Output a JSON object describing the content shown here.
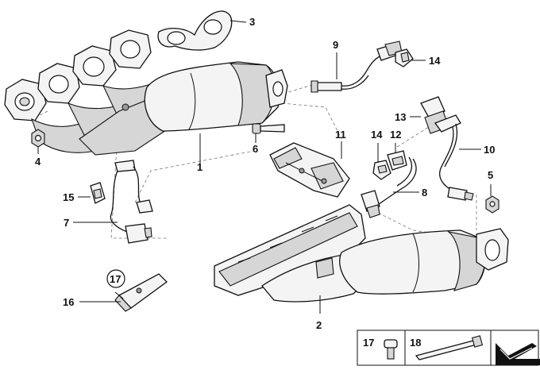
{
  "callouts": {
    "c1": "1",
    "c2": "2",
    "c3": "3",
    "c4": "4",
    "c5": "5",
    "c6": "6",
    "c7": "7",
    "c8": "8",
    "c9": "9",
    "c10": "10",
    "c11": "11",
    "c12": "12",
    "c13": "13",
    "c14a": "14",
    "c14b": "14",
    "c15": "15",
    "c16": "16",
    "c17": "17"
  },
  "legend": {
    "item17": "17",
    "item18": "18"
  }
}
